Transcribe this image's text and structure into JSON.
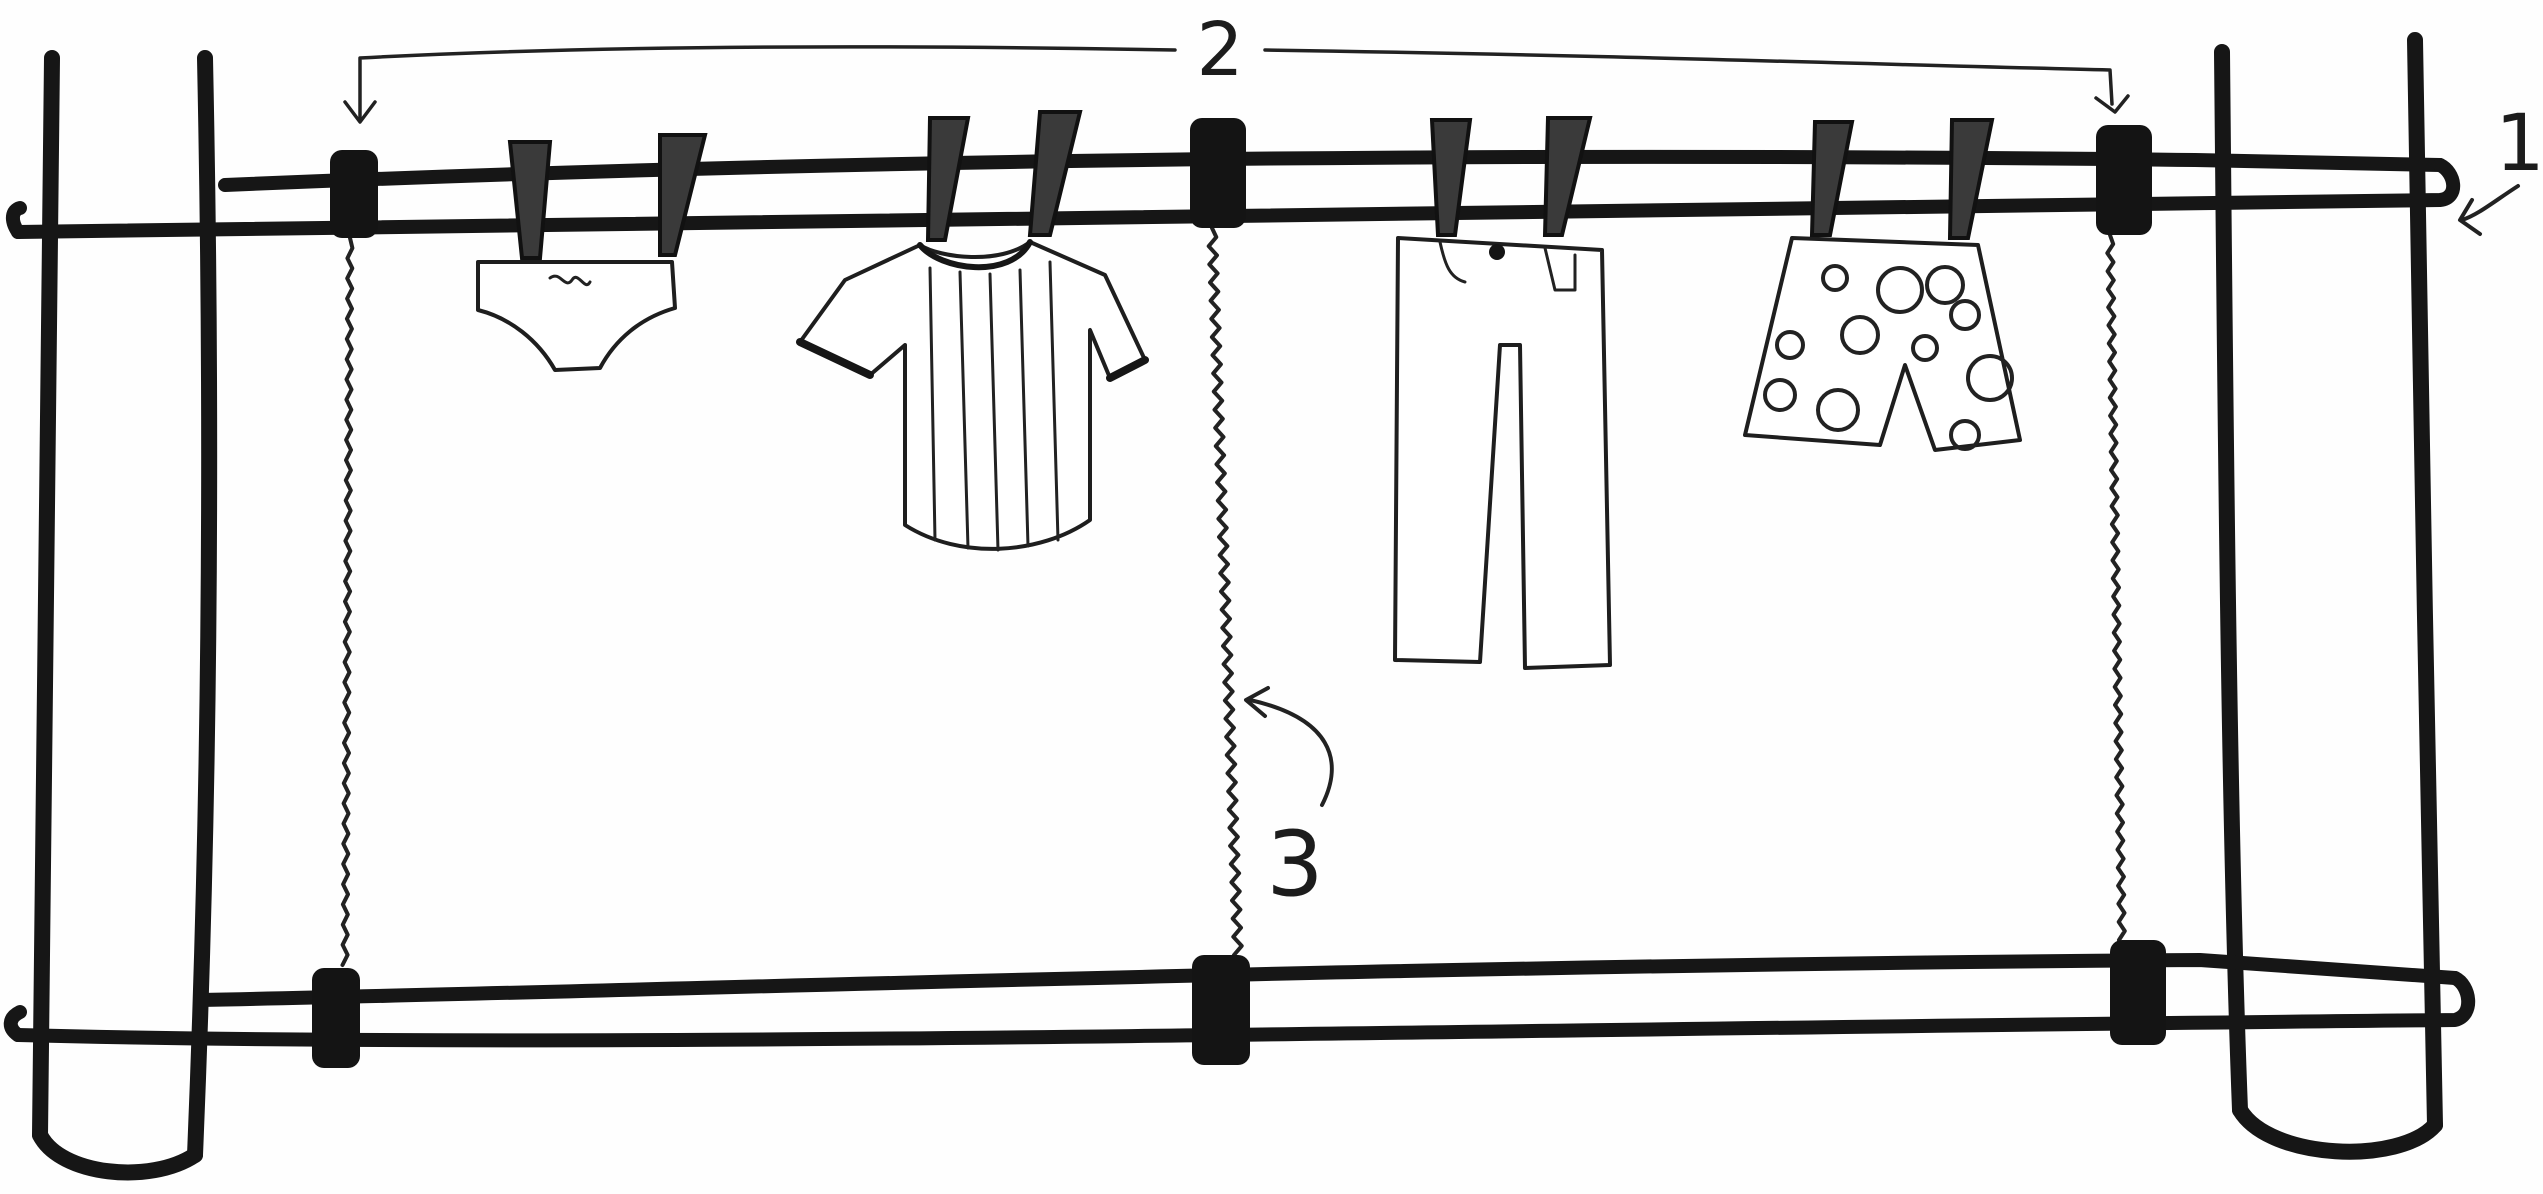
{
  "callouts": [
    {
      "id": "1",
      "label": "1"
    },
    {
      "id": "2",
      "label": "2"
    },
    {
      "id": "3",
      "label": "3"
    }
  ],
  "colors": {
    "ink": "#161616",
    "paper": "#fefefe"
  },
  "items": [
    {
      "icon": "briefs-icon"
    },
    {
      "icon": "t-shirt-icon"
    },
    {
      "icon": "trousers-icon"
    },
    {
      "icon": "polka-dot-shorts-icon"
    }
  ]
}
